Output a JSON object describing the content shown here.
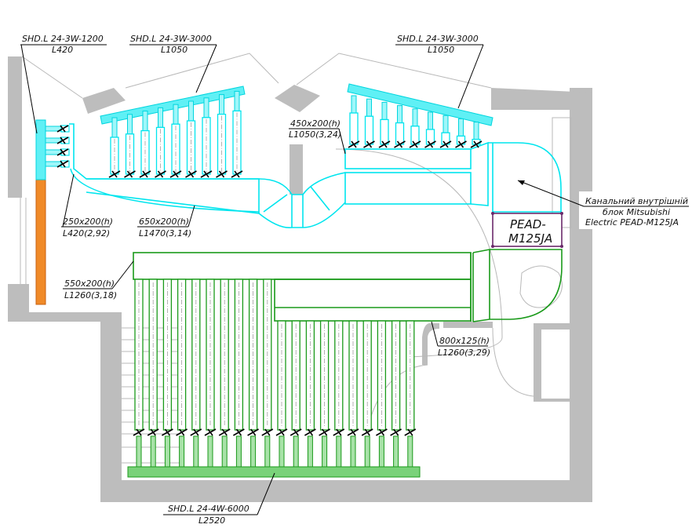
{
  "drawing": {
    "title": "Ventilation duct layout plan",
    "colors": {
      "wall": "#bdbdbd",
      "supply_duct": "#00e5ee",
      "return_duct": "#1a9a1a",
      "riser": "#e07a1a",
      "unit": "#6a2a6a",
      "leader": "#000000"
    },
    "callouts": {
      "grille_top_left": {
        "model": "SHD.L  24-3W-1200",
        "length": "L420"
      },
      "grille_top_mid": {
        "model": "SHD.L  24-3W-3000",
        "length": "L1050"
      },
      "grille_top_right": {
        "model": "SHD.L  24-3W-3000",
        "length": "L1050"
      },
      "grille_bottom": {
        "model": "SHD.L  24-4W-6000",
        "length": "L2520"
      },
      "duct_250": {
        "size": "250x200(h)",
        "length": "L420(2,92)"
      },
      "duct_650": {
        "size": "650x200(h)",
        "length": "L1470(3,14)"
      },
      "duct_450": {
        "size": "450x200(h)",
        "length": "L1050(3,24)"
      },
      "duct_550": {
        "size": "550x200(h)",
        "length": "L1260(3,18)"
      },
      "duct_800": {
        "size": "800x125(h)",
        "length": "L1260(3,29)"
      },
      "indoor_unit_note": {
        "line1": "Канальний внутрішній",
        "line2": "блок Mitsubishi",
        "line3": "Electric PEAD-M125JA"
      },
      "unit_tag": {
        "line1": "PEAD-",
        "line2": "M125JA"
      }
    },
    "counts": {
      "top_mid_branches": 9,
      "top_right_branches": 9,
      "left_branches": 4,
      "bottom_left_branches": 10,
      "bottom_right_branches": 10
    }
  }
}
